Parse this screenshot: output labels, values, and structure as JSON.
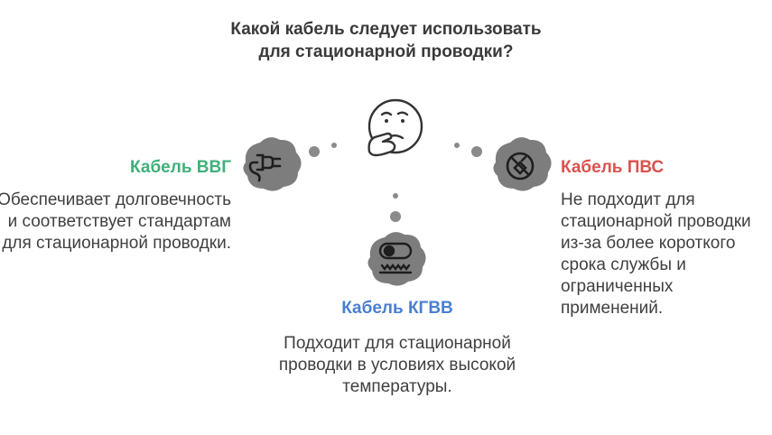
{
  "question": "Какой кабель следует использовать для стационарной проводки?",
  "options": {
    "vvg": {
      "title": "Кабель ВВГ",
      "description": "Обеспечивает долговечность и соответствует стандартам для стационарной проводки.",
      "icon": "plug-icon",
      "color": "#3fb07a"
    },
    "pvs": {
      "title": "Кабель ПВС",
      "description": "Не подходит для стационарной проводки из-за более короткого срока службы и ограниченных применений.",
      "icon": "no-plug-icon",
      "color": "#d9534f"
    },
    "kgvv": {
      "title": "Кабель КГВВ",
      "description": "Подходит для стационарной проводки в условиях высокой температуры.",
      "icon": "heat-cable-icon",
      "color": "#4a7fd1"
    }
  },
  "center_icon": "thinking-face-icon"
}
